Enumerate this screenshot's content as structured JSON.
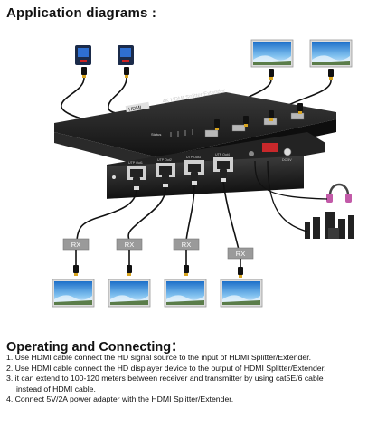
{
  "header": {
    "title": "Application diagrams :"
  },
  "device": {
    "brand": "HDMI",
    "model": "4K HDMI Splitter/Extender",
    "ports": {
      "status": "Status",
      "out1": "UTP Out1",
      "out2": "UTP Out2",
      "out3": "UTP Out3",
      "out4": "UTP Out4",
      "dc": "DC 5V"
    }
  },
  "receivers": {
    "label": "RX",
    "count": 4
  },
  "instructions": {
    "title": "Operating and Connecting：",
    "steps": [
      "1. Use HDMI cable connect the HD signal source to the input of HDMI Splitter/Extender.",
      "2. Use HDMI cable connect the HD displayer device to the output of HDMI Splitter/Extender.",
      "3. it can extend to 100-120 meters between receiver and transmitter by using cat5E/6 cable",
      "instead of HDMI cable.",
      "4. Connect 5V/2A power adapter with the HDMI Splitter/Extender."
    ]
  },
  "colors": {
    "device_body": "#1e1e1e",
    "screen_sky": "#3d8fd8",
    "ground": "#4a7a3a",
    "rx_box": "#9a9a9a"
  }
}
